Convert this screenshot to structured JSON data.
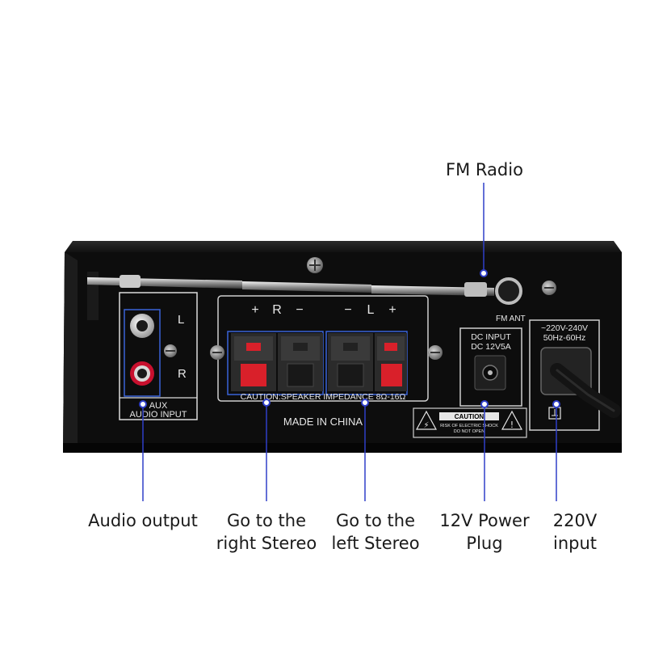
{
  "callouts": {
    "fm_radio": "FM Radio",
    "audio_output": "Audio output",
    "right_stereo": "Go to the\nright Stereo",
    "left_stereo": "Go to the\nleft Stereo",
    "power_plug": "12V Power\nPlug",
    "ac_input": "220V\ninput"
  },
  "panel": {
    "channel_l": "L",
    "channel_r": "R",
    "aux_line1": "AUX",
    "aux_line2": "AUDIO INPUT",
    "right_plus": "+",
    "right_label": "R",
    "right_minus": "−",
    "left_minus": "−",
    "left_label": "L",
    "left_plus": "+",
    "caution_impedance": "CAUTION:SPEAKER IMPEDANCE 8Ω-16Ω",
    "made_in": "MADE IN CHINA",
    "fm_ant": "FM ANT",
    "dc_line1": "DC INPUT",
    "dc_line2": "DC 12V5A",
    "ac_line1": "~220V-240V",
    "ac_line2": "50Hz-60Hz",
    "caution_title": "CAUTION",
    "caution_sub1": "RISK OF ELECTRIC SHOCK",
    "caution_sub2": "DO NOT OPEN"
  },
  "colors": {
    "leader_line": "#2f3fc8",
    "chassis": "#0d0d0d",
    "terminal_red": "#d9202a",
    "rca_red": "#c8102e"
  }
}
